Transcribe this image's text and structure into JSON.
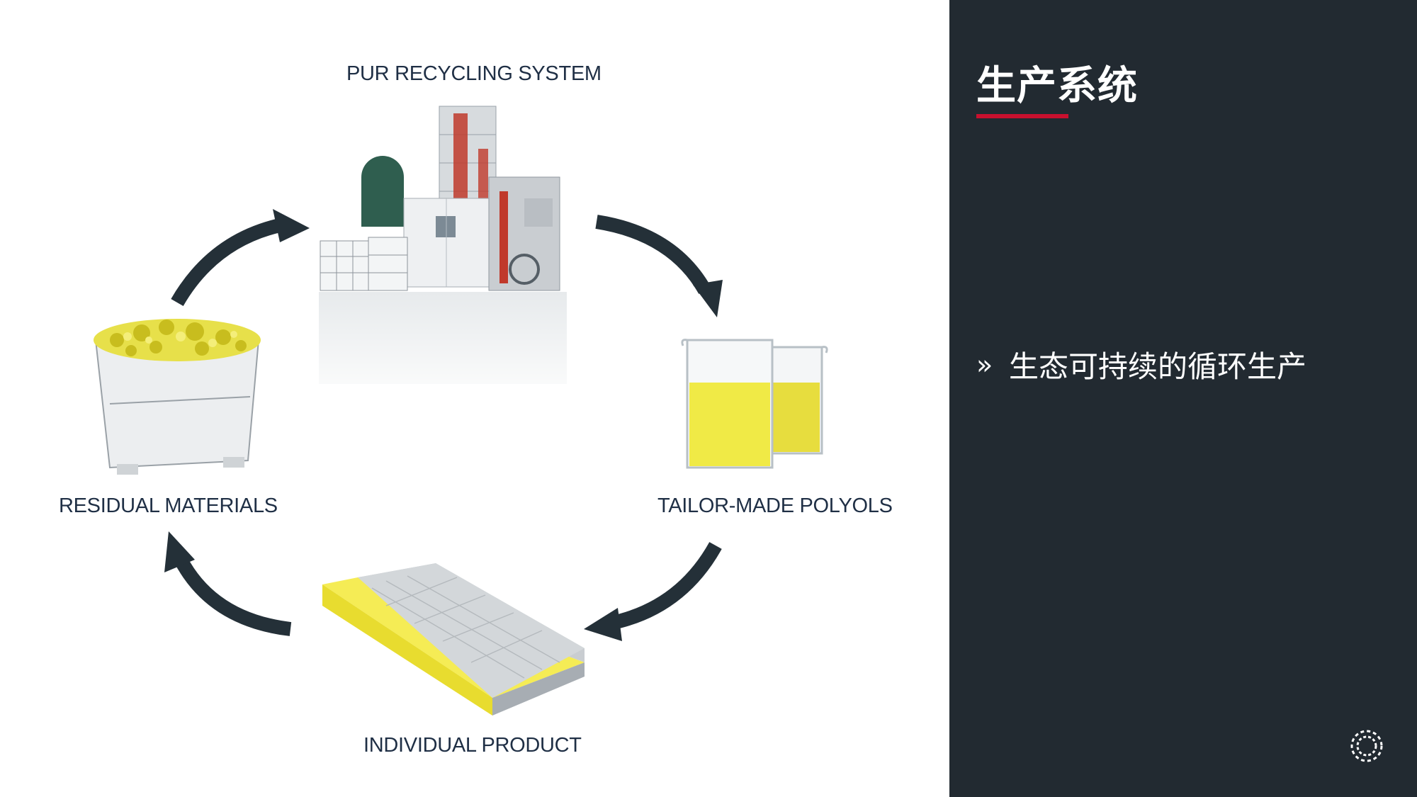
{
  "diagram": {
    "stages": {
      "system": {
        "label": "PUR RECYCLING SYSTEM",
        "image": "pur-recycling-plant"
      },
      "polyols": {
        "label": "TAILOR-MADE POLYOLS",
        "image": "beakers-of-polyol"
      },
      "product": {
        "label": "INDIVIDUAL PRODUCT",
        "image": "foam-mattress"
      },
      "residual": {
        "label": "RESIDUAL MATERIALS",
        "image": "bin-of-foam-scrap"
      }
    },
    "arrow_color": "#243038"
  },
  "panel": {
    "title": "生产系统",
    "accent_color": "#c8102e",
    "background": "#222a31",
    "bullet_marker": "»",
    "bullet_text": "生态可持续的循环生产",
    "logo_icon": "dotted-ring-logo-icon"
  }
}
